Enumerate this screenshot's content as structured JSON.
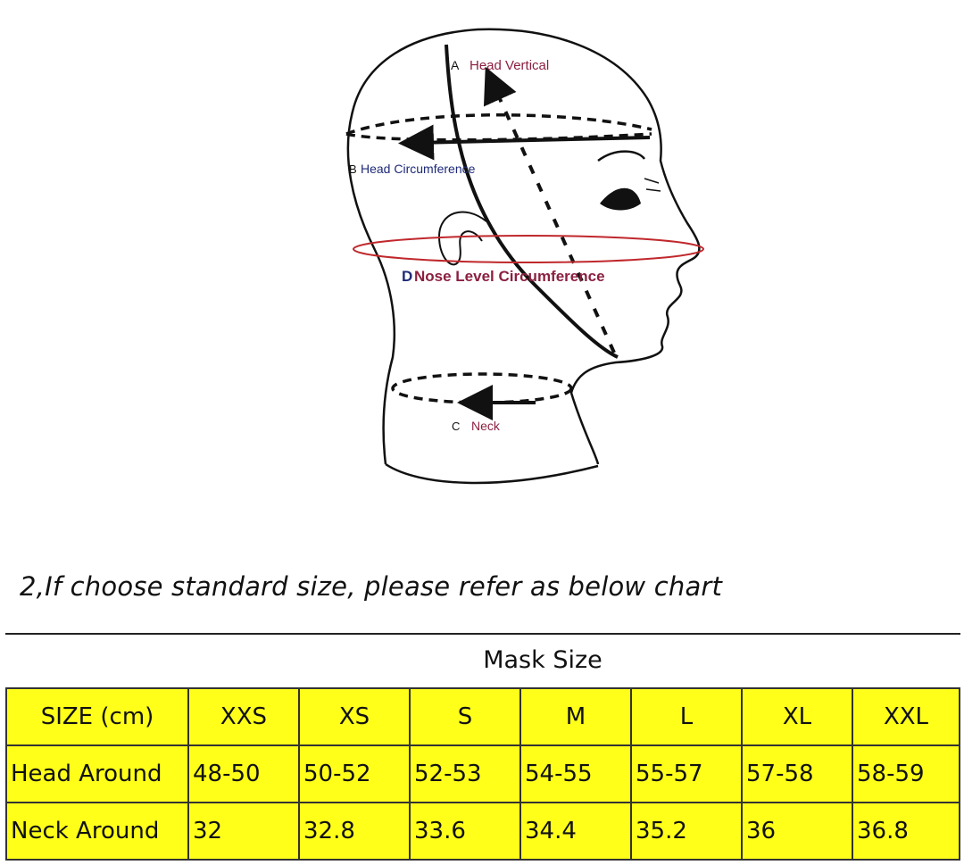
{
  "diagram": {
    "labels": {
      "a_letter": "A",
      "a_text": "Head Vertical",
      "b_letter": "B",
      "b_text": "Head Circumference",
      "c_letter": "C",
      "c_text": "Neck",
      "d_letter": "D",
      "d_text": "Nose Level Circumference"
    },
    "colors": {
      "label_maroon": "#8b2040",
      "label_navy": "#1e2a78",
      "nose_ellipse": "#c0282c",
      "outline": "#111111"
    }
  },
  "instruction": "2,If choose standard size, please refer as below chart",
  "table": {
    "title": "Mask Size",
    "highlight_color": "#ffff1a",
    "header": [
      "SIZE (cm)",
      "XXS",
      "XS",
      "S",
      "M",
      "L",
      "XL",
      "XXL"
    ],
    "rows": [
      [
        "Head Around",
        "48-50",
        "50-52",
        "52-53",
        "54-55",
        "55-57",
        "57-58",
        "58-59"
      ],
      [
        "Neck Around",
        "32",
        "32.8",
        "33.6",
        "34.4",
        "35.2",
        "36",
        "36.8"
      ]
    ]
  }
}
